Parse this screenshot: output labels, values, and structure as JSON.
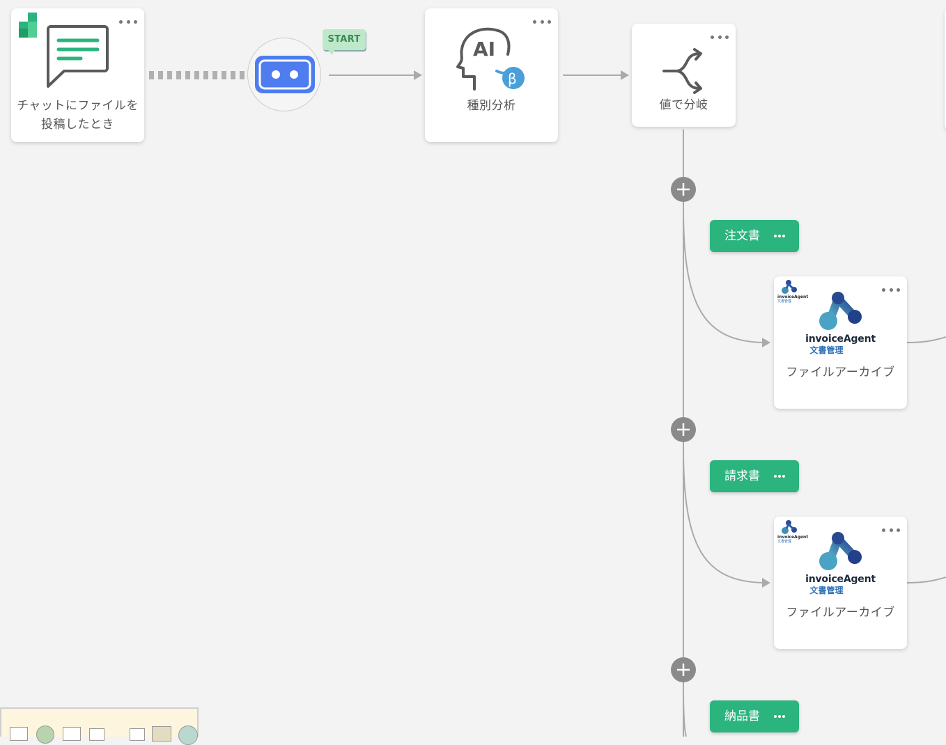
{
  "trigger": {
    "label_line1": "チャットにファイルを",
    "label_line2": "投稿したとき",
    "icon": "chat-message-icon",
    "brand_icon": "app-logo-icon"
  },
  "bot": {
    "icon": "robot-icon",
    "badge": "START"
  },
  "ai_node": {
    "label": "種別分析",
    "icon": "ai-head-icon",
    "beta": "β"
  },
  "branch_node": {
    "label": "値で分岐",
    "icon": "branch-split-icon"
  },
  "branches": [
    {
      "label": "注文書"
    },
    {
      "label": "請求書"
    },
    {
      "label": "納品書"
    }
  ],
  "actions": [
    {
      "label": "ファイルアーカイブ",
      "brand_name": "invoiceAgent",
      "brand_sub": "文書管理"
    },
    {
      "label": "ファイルアーカイブ",
      "brand_name": "invoiceAgent",
      "brand_sub": "文書管理"
    }
  ],
  "colors": {
    "accent_green": "#2bb47e",
    "bot_blue": "#4f7df0",
    "connector": "#aaaaaa",
    "beta_blue": "#4a9fd9"
  }
}
